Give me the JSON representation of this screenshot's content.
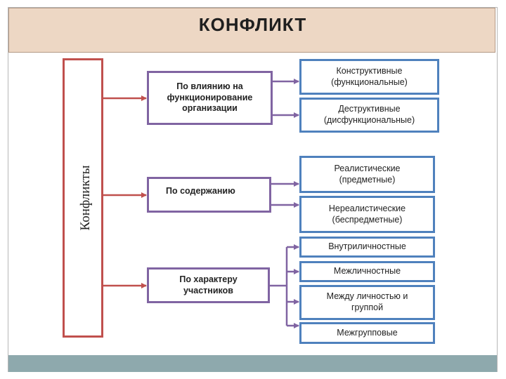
{
  "title": "КОНФЛИКТ",
  "root_label": "Конфликты",
  "categories": [
    {
      "label": "По влиянию на функционирование организации",
      "items": [
        "Конструктивные (функциональные)",
        "Деструктивные (дисфункциональные)"
      ]
    },
    {
      "label": "По содержанию",
      "items": [
        "Реалистические (предметные)",
        "Нереалистические (беспредметные)"
      ]
    },
    {
      "label": "По характеру участников",
      "items": [
        "Внутриличностные",
        "Межличностные",
        "Между личностью и группой",
        "Межгрупповые"
      ]
    }
  ],
  "colors": {
    "root": "#c0504d",
    "category": "#8064a2",
    "item": "#4f81bd",
    "title_bg": "#edd7c4"
  }
}
